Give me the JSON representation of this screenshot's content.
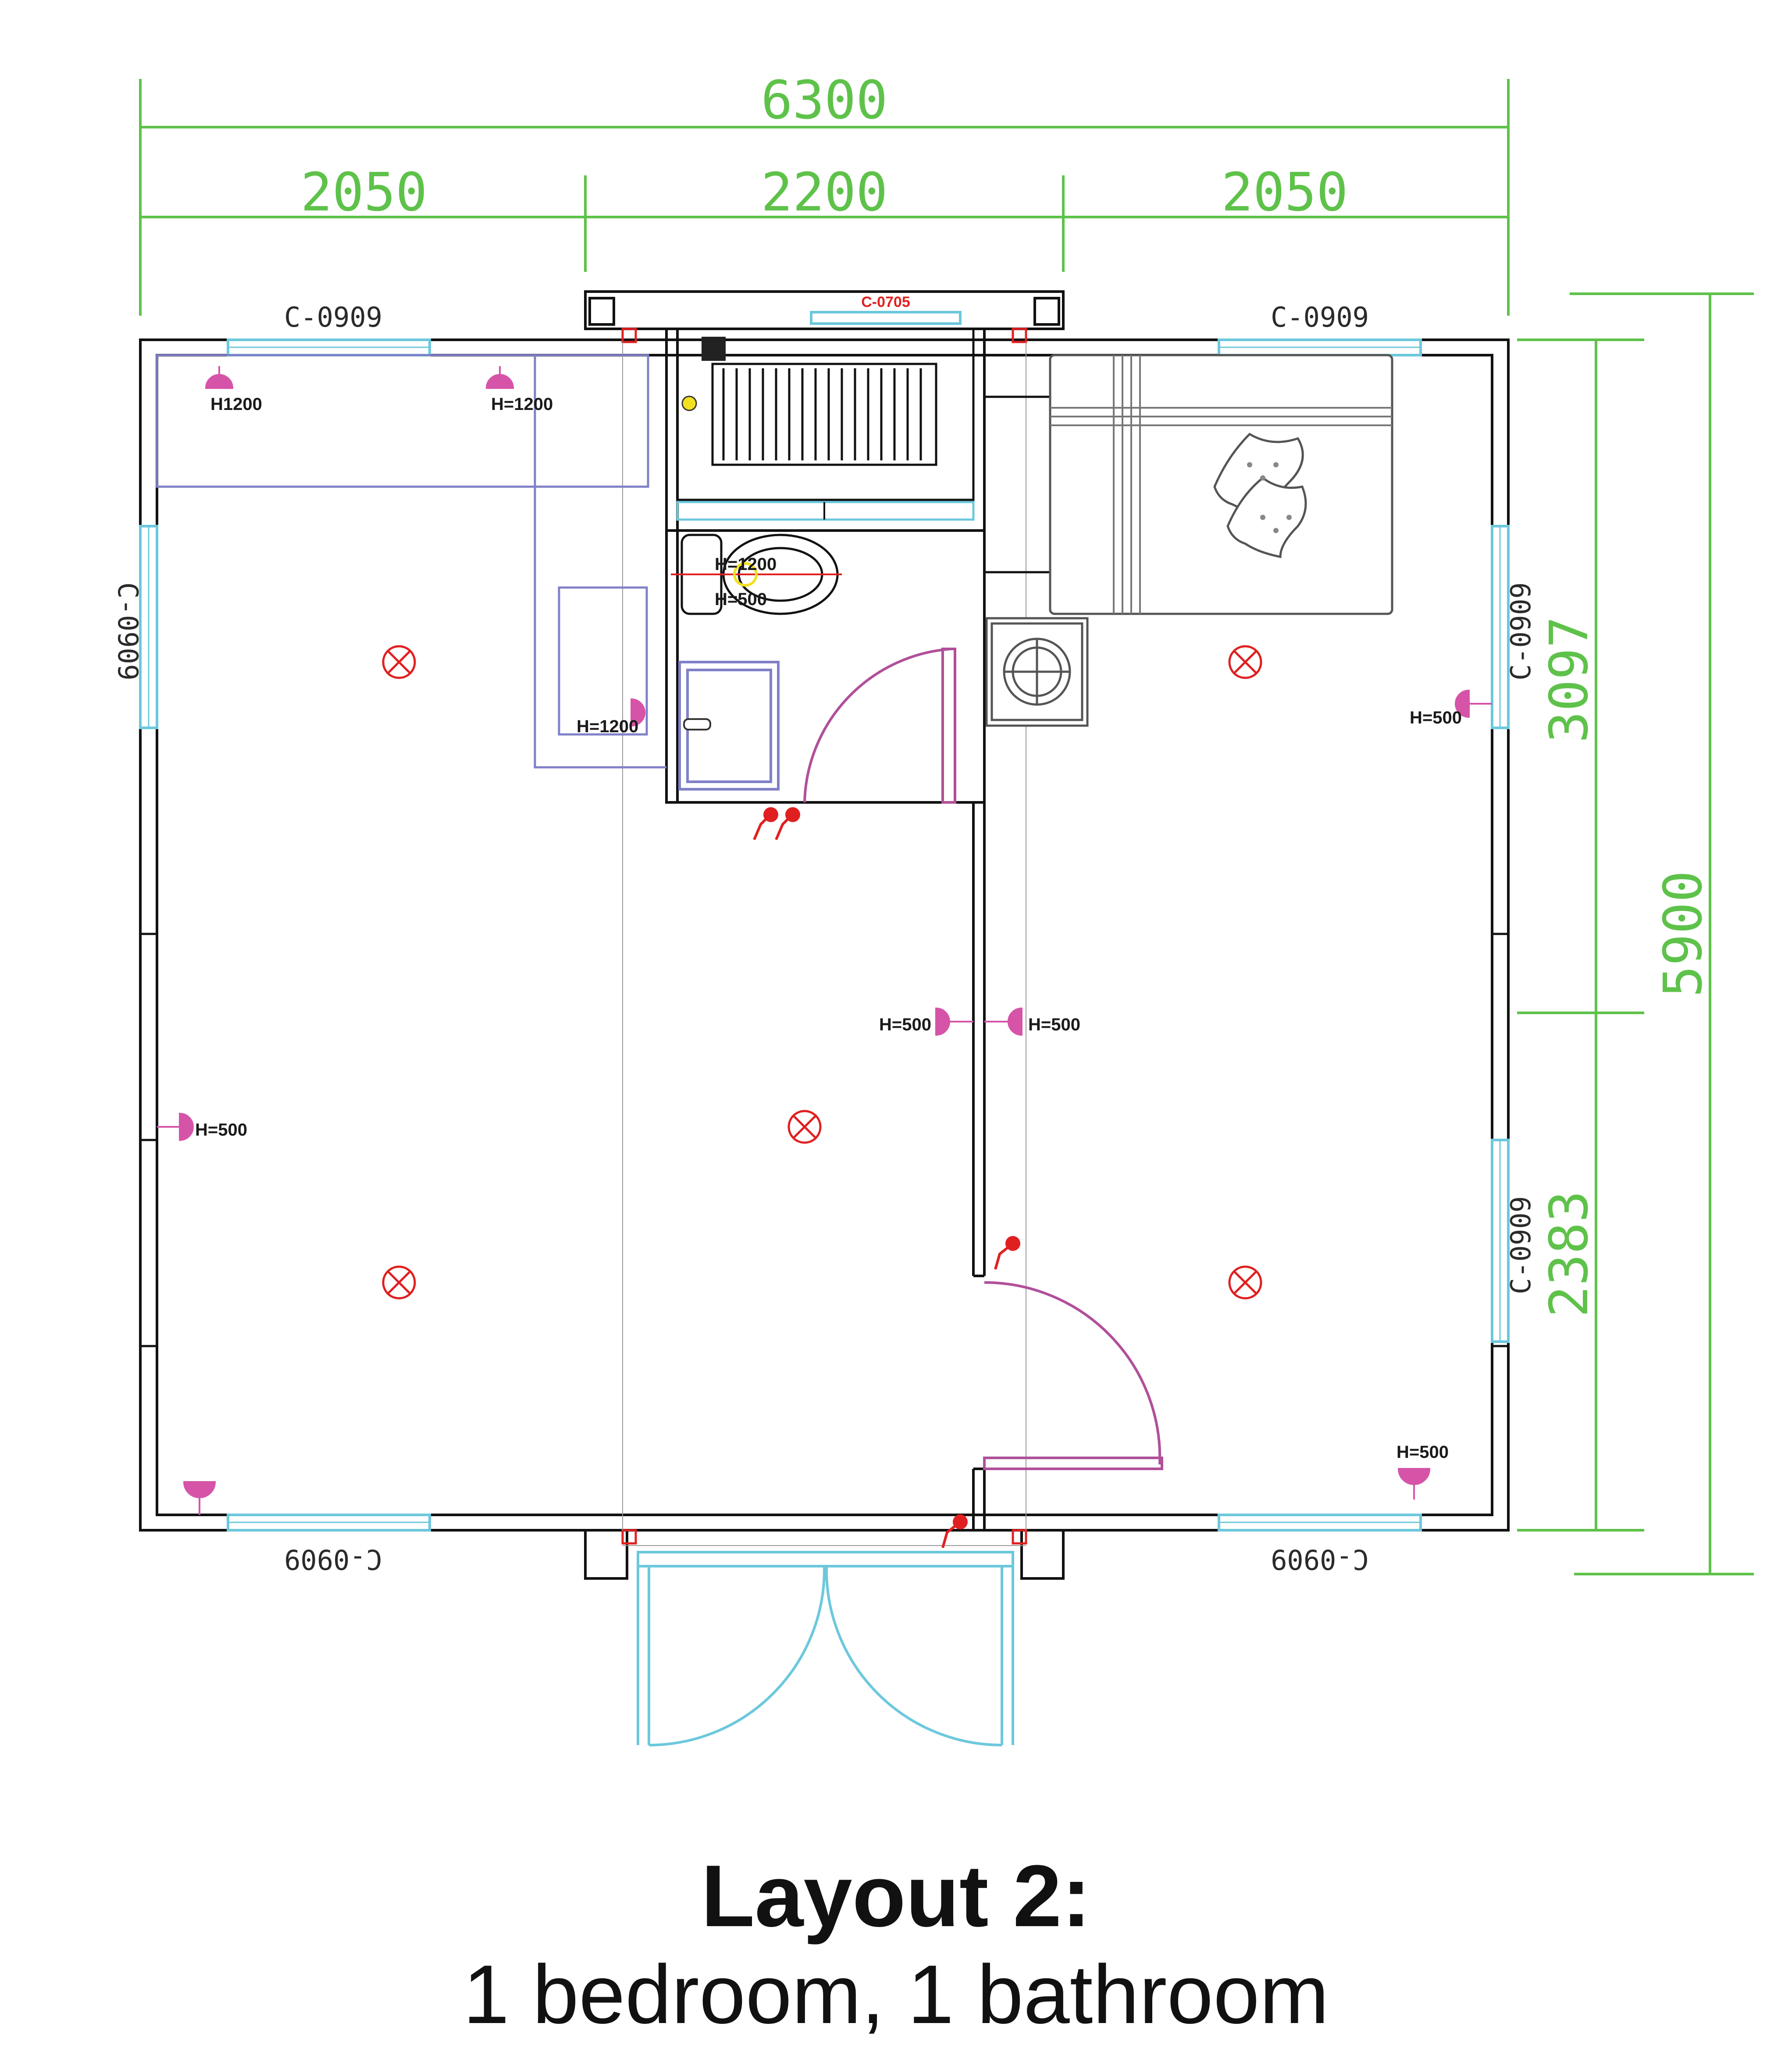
{
  "dimensions": {
    "total_width": "6300",
    "seg_left": "2050",
    "seg_mid": "2200",
    "seg_right": "2050",
    "total_height": "5900",
    "seg_upper": "3097",
    "seg_lower": "2383"
  },
  "windows": {
    "top_left": "C-0909",
    "top_right": "C-0909",
    "top_bath": "C-0705",
    "left": "C-0909",
    "right_upper": "C-0909",
    "right_lower": "C-0909",
    "bottom_left": "C-0909",
    "bottom_right": "C-0909"
  },
  "sockets": {
    "kitchen_1": "H1200",
    "kitchen_2": "H=1200",
    "counter": "H=1200",
    "toilet_1": "H=1200",
    "toilet_2": "H=500",
    "bedroom_right": "H=500",
    "corridor_left": "H=500",
    "corridor_right": "H=500",
    "living_left": "H=500",
    "bedroom_bottom": "H=500"
  },
  "colors": {
    "dimension": "#5ec24a",
    "wall": "#111111",
    "window": "#6cc8dc",
    "door": "#b0509a",
    "furniture": "#8080c8",
    "electrical": "#e02020"
  },
  "caption": {
    "title": "Layout 2:",
    "subtitle": "1 bedroom, 1 bathroom"
  }
}
